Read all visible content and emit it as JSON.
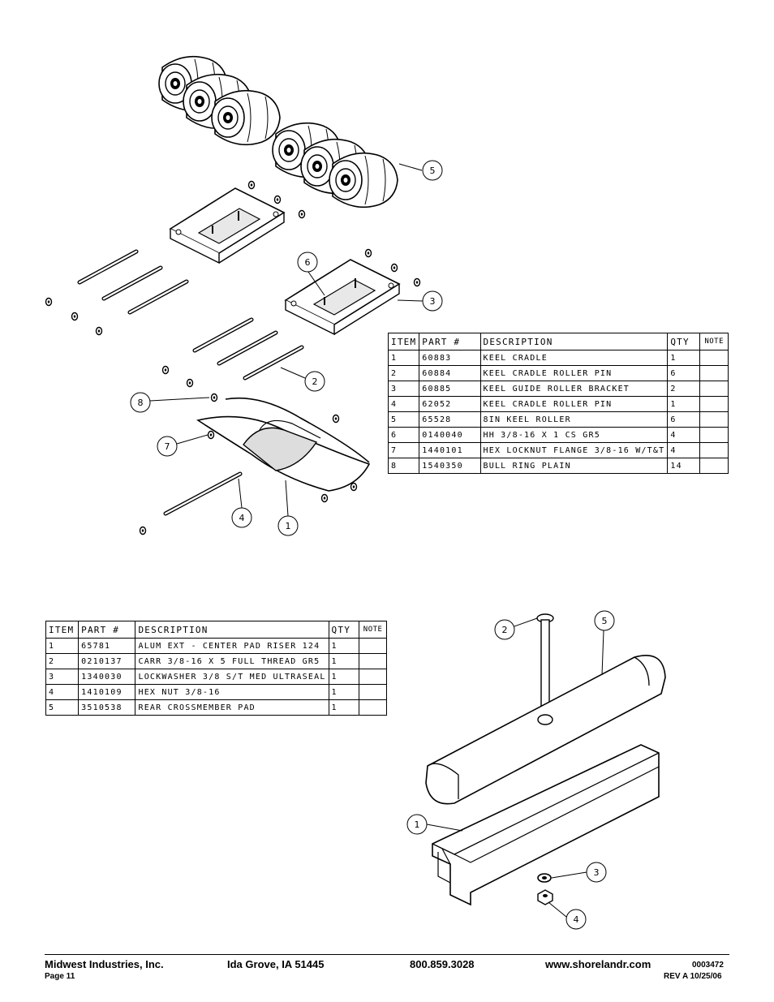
{
  "table1": {
    "headers": [
      "ITEM",
      "PART #",
      "DESCRIPTION",
      "QTY",
      "NOTE"
    ],
    "rows": [
      [
        "1",
        "60883",
        "KEEL CRADLE",
        "1",
        ""
      ],
      [
        "2",
        "60884",
        "KEEL CRADLE ROLLER PIN",
        "6",
        ""
      ],
      [
        "3",
        "60885",
        "KEEL GUIDE ROLLER BRACKET",
        "2",
        ""
      ],
      [
        "4",
        "62052",
        "KEEL CRADLE ROLLER PIN",
        "1",
        ""
      ],
      [
        "5",
        "65528",
        "8IN KEEL ROLLER",
        "6",
        ""
      ],
      [
        "6",
        "0140040",
        "HH 3/8-16 X 1 CS GR5",
        "4",
        ""
      ],
      [
        "7",
        "1440101",
        "HEX LOCKNUT FLANGE 3/8-16 W/T&T",
        "4",
        ""
      ],
      [
        "8",
        "1540350",
        "BULL RING PLAIN",
        "14",
        ""
      ]
    ]
  },
  "table2": {
    "headers": [
      "ITEM",
      "PART #",
      "DESCRIPTION",
      "QTY",
      "NOTE"
    ],
    "rows": [
      [
        "1",
        "65781",
        "ALUM EXT - CENTER PAD RISER 124",
        "1",
        ""
      ],
      [
        "2",
        "0210137",
        "CARR 3/8-16 X 5 FULL THREAD GR5",
        "1",
        ""
      ],
      [
        "3",
        "1340030",
        "LOCKWASHER 3/8 S/T MED ULTRASEAL",
        "1",
        ""
      ],
      [
        "4",
        "1410109",
        "HEX NUT 3/8-16",
        "1",
        ""
      ],
      [
        "5",
        "3510538",
        "REAR CROSSMEMBER PAD",
        "1",
        ""
      ]
    ]
  },
  "callouts_top": [
    "5",
    "6",
    "3",
    "2",
    "8",
    "7",
    "4",
    "1"
  ],
  "callouts_bottom": [
    "2",
    "5",
    "1",
    "3",
    "4"
  ],
  "footer": {
    "company": "Midwest Industries, Inc.",
    "city": "Ida Grove, IA  51445",
    "phone": "800.859.3028",
    "website": "www.shorelandr.com",
    "doc_number": "0003472",
    "page": "Page 11",
    "revision": "REV A  10/25/06"
  }
}
